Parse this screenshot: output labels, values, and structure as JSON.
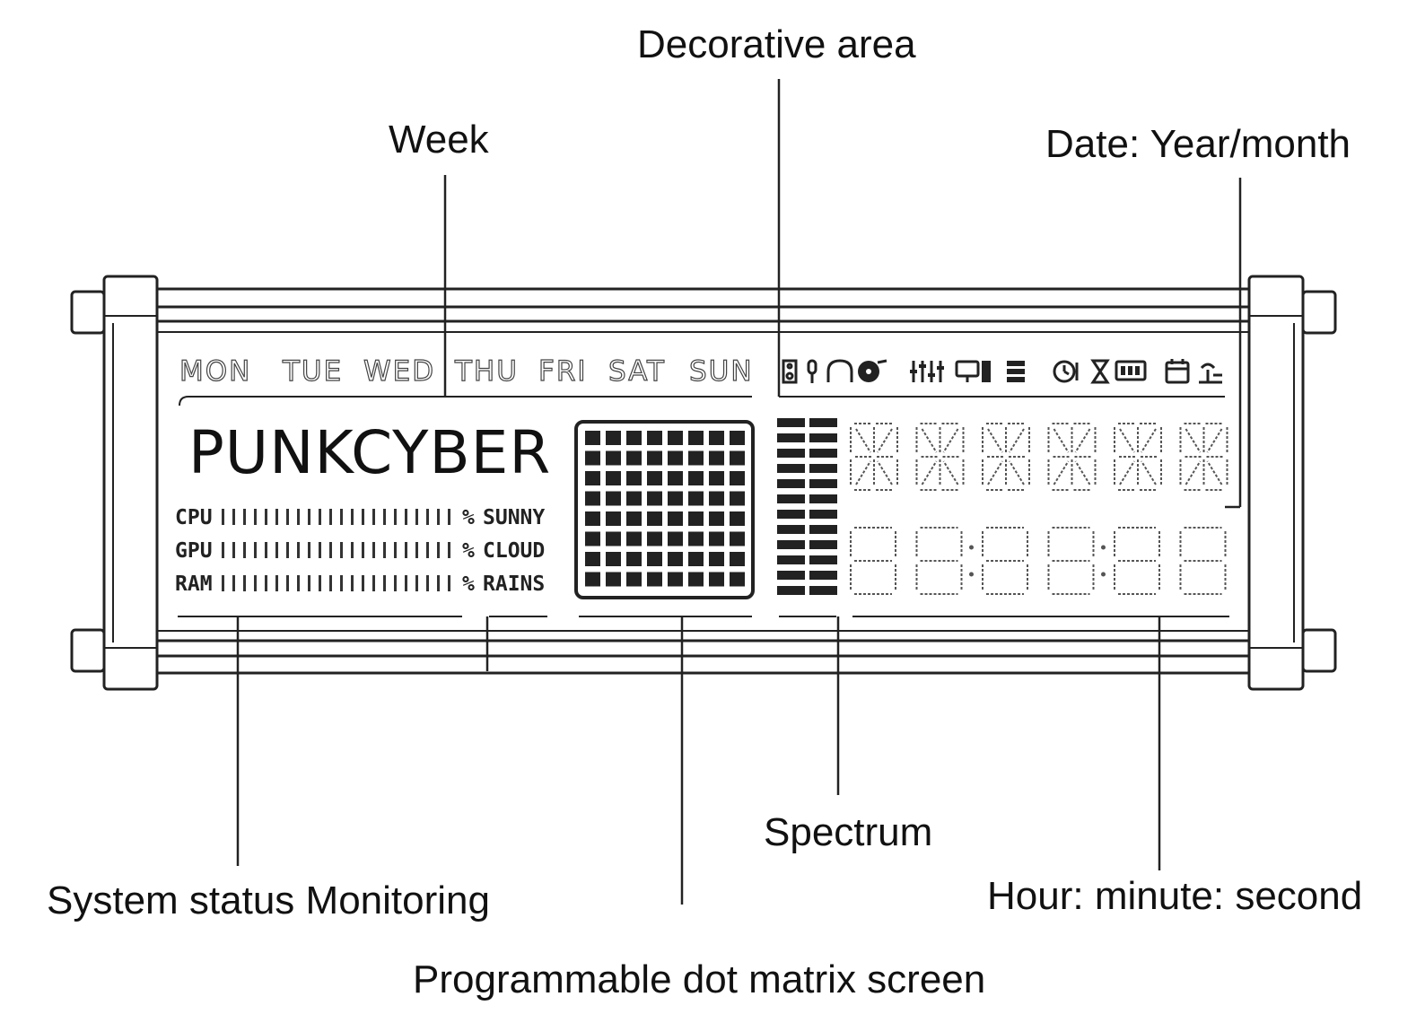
{
  "labels": {
    "decorative": "Decorative area",
    "week": "Week",
    "date": "Date: Year/month",
    "spectrum": "Spectrum",
    "status": "System status Monitoring",
    "time": "Hour: minute: second",
    "matrix": "Programmable dot matrix screen"
  },
  "display": {
    "brand": "PUNKCYBER",
    "weekdays": [
      "MON",
      "TUE",
      "WED",
      "THU",
      "FRI",
      "SAT",
      "SUN"
    ],
    "status_rows": [
      {
        "label": "CPU",
        "unit": "%",
        "weather": "SUNNY"
      },
      {
        "label": "GPU",
        "unit": "%",
        "weather": "CLOUD"
      },
      {
        "label": "RAM",
        "unit": "%",
        "weather": "RAINS"
      }
    ],
    "icons": [
      "speaker-icon",
      "microphone-icon",
      "headphones-icon",
      "disc-icon",
      "equalizer-icon",
      "monitor-icon",
      "server-icon",
      "alarm-icon",
      "hourglass-icon",
      "battery-icon",
      "calendar-icon",
      "signal-icon"
    ]
  }
}
